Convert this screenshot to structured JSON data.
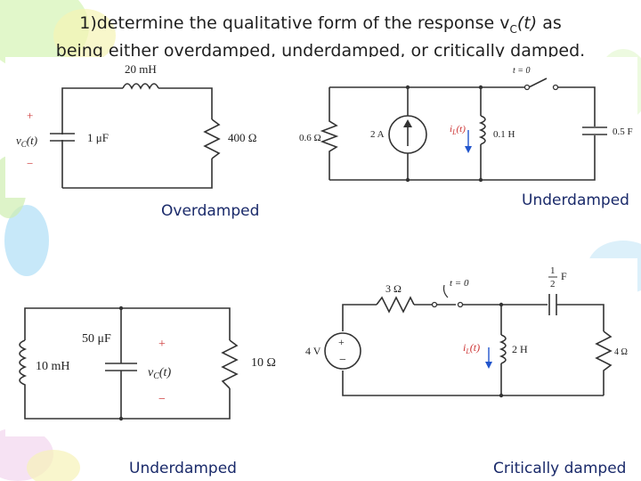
{
  "slide": {
    "title_line1_prefix": "1)determine the qualitative form of the response v",
    "title_sub": "C",
    "title_var": "(t)",
    "title_line1_suffix": " as",
    "title_line2": "being either overdamped, underdamped, or critically damped."
  },
  "circuit1": {
    "inductor": "20 mH",
    "capacitor": "1 μF",
    "resistor": "400 Ω",
    "plus": "+",
    "minus": "−",
    "vc": "v",
    "vc_sub": "C",
    "vc_t": "(t)",
    "answer": "Overdamped"
  },
  "circuit2": {
    "resistor": "0.6 Ω",
    "source": "2 A",
    "current": "i",
    "current_sub": "L",
    "current_t": "(t)",
    "inductor": "0.1 H",
    "capacitor": "0.5 F",
    "switch": "t = 0",
    "answer": "Underdamped"
  },
  "circuit3": {
    "capacitor": "50 μF",
    "inductor": "10 mH",
    "resistor": "10 Ω",
    "plus": "+",
    "minus": "−",
    "vc": "v",
    "vc_sub": "C",
    "vc_t": "(t)",
    "answer": "Underdamped"
  },
  "circuit4": {
    "resistor1": "3 Ω",
    "switch": "t = 0",
    "cap_num": "1",
    "cap_den": "2",
    "cap_unit": "F",
    "source": "4 V",
    "current": "i",
    "current_sub": "L",
    "current_t": "(t)",
    "inductor": "2 H",
    "resistor2": "4 Ω",
    "answer": "Critically damped"
  },
  "colors": {
    "title_text": "#1f1f1f",
    "answer_text": "#1a2a6a",
    "wire": "#333333",
    "current_arrow": "#2255cc",
    "plus_minus": "#cc3333",
    "decor_green": "#c8efa6",
    "decor_blue": "#a9dcf5",
    "decor_yellow": "#f5f0a0",
    "decor_pink": "#f0c8e8"
  }
}
